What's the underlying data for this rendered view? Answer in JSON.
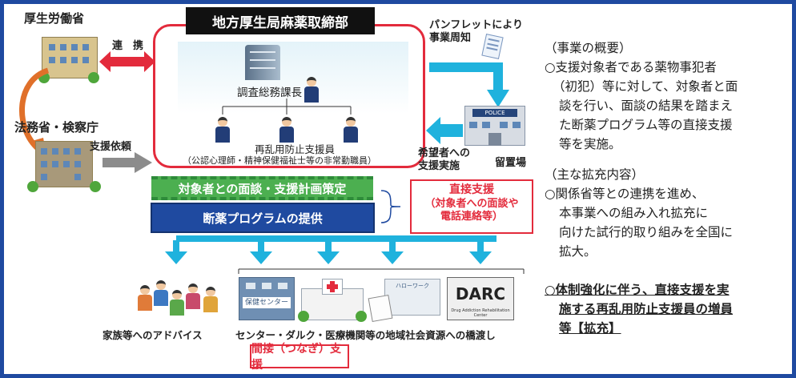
{
  "mhlw": {
    "title": "厚生労働省",
    "cooperation": "連　携"
  },
  "moj": {
    "title": "法務省・検察庁",
    "request": "支援依頼"
  },
  "bureau": {
    "title": "地方厚生局麻薬取締部",
    "section_chief": "調査総務課長",
    "supporter": "再乱用防止支援員",
    "supporter_note": "（公認心理師・精神保健福祉士等の非常勤職員）"
  },
  "pamphlet": {
    "line1": "パンフレットにより",
    "line2": "事業周知"
  },
  "police": {
    "sign": "POLICE",
    "label": "留置場"
  },
  "applicants": {
    "line1": "希望者への",
    "line2": "支援実施"
  },
  "interview_bar": "対象者との面談・支援計画策定",
  "program_bar": "断薬プログラムの提供",
  "direct_support": {
    "title": "直接支援",
    "line1": "（対象者への面談や",
    "line2": "電話連絡等）"
  },
  "resources": {
    "center_sign": "保健センター",
    "hellowork_sign": "ハローワーク",
    "darc_sign": "DARC",
    "darc_sub": "Drug Addiction Rehabilitation Center",
    "family_label": "家族等へのアドバイス",
    "community_label": "センター・ダルク・医療機関等の地域社会資源への橋渡し"
  },
  "indirect_support": "間接（つなぎ）支援",
  "overview": {
    "heading": "（事業の概要）",
    "lines": [
      "○支援対象者である薬物事犯者",
      "（初犯）等に対して、対象者と面",
      "談を行い、面談の結果を踏まえ",
      "た断薬プログラム等の直接支援",
      "等を実施。"
    ]
  },
  "expansion": {
    "heading": "（主な拡充内容）",
    "lines": [
      "○関係省等との連携を進め、",
      "本事業への組み入れ拡充に",
      "向けた試行的取り組みを全国に",
      "拡大。"
    ]
  },
  "reinforcement": {
    "lines": [
      "○体制強化に伴う、直接支援を実",
      "施する再乱用防止支援員の増員",
      "等【拡充】"
    ]
  },
  "colors": {
    "frame": "#1f4aa0",
    "red": "#e32b3c",
    "green": "#4caf50",
    "blue": "#1f4aa0",
    "cyan": "#1fb2dd",
    "orange": "#e0702a",
    "gray": "#8c8c8c"
  }
}
